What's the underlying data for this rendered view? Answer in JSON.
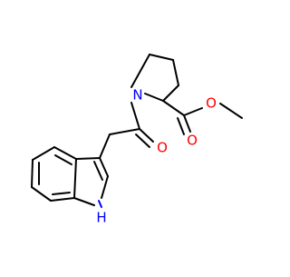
{
  "molecule": {
    "atom_labels": {
      "pyrrolidine_n": "N",
      "ester_carbonyl_o": "O",
      "ester_o": "O",
      "amide_o": "O",
      "indole_nh": "H"
    },
    "colors": {
      "carbon_bond": "#000000",
      "nitrogen": "#0000ff",
      "oxygen": "#ff0000"
    }
  }
}
